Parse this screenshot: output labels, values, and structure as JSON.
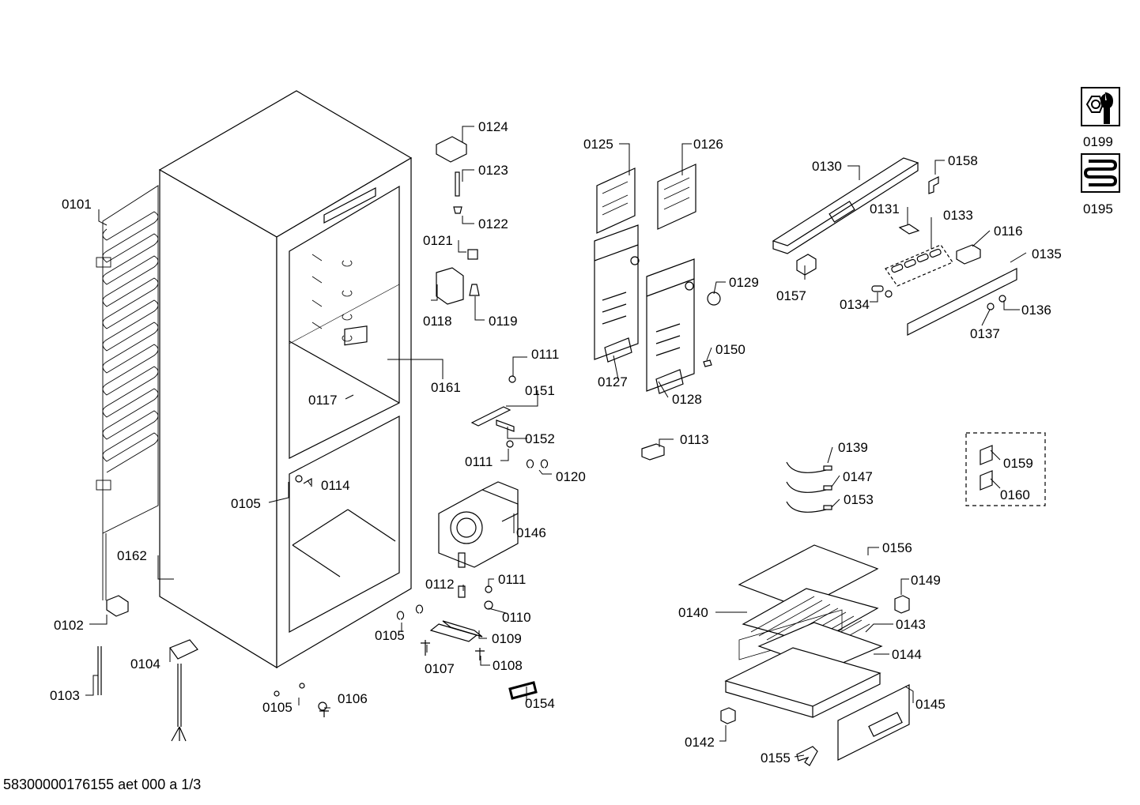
{
  "footer": {
    "doc_id": "58300000176155 aet 000 a 1/3"
  },
  "legend_icons": [
    {
      "name": "tool-icon",
      "label": "0199"
    },
    {
      "name": "coil-icon",
      "label": "0195"
    }
  ],
  "parts": {
    "p0101": "0101",
    "p0102": "0102",
    "p0103": "0103",
    "p0104": "0104",
    "p0105a": "0105",
    "p0105b": "0105",
    "p0105c": "0105",
    "p0106": "0106",
    "p0107": "0107",
    "p0108": "0108",
    "p0109": "0109",
    "p0110": "0110",
    "p0111a": "0111",
    "p0111b": "0111",
    "p0111c": "0111",
    "p0112": "0112",
    "p0113": "0113",
    "p0114": "0114",
    "p0116": "0116",
    "p0117": "0117",
    "p0118": "0118",
    "p0119": "0119",
    "p0120": "0120",
    "p0121": "0121",
    "p0122": "0122",
    "p0123": "0123",
    "p0124": "0124",
    "p0125": "0125",
    "p0126": "0126",
    "p0127": "0127",
    "p0128": "0128",
    "p0129": "0129",
    "p0130": "0130",
    "p0131": "0131",
    "p0133": "0133",
    "p0134": "0134",
    "p0135": "0135",
    "p0136": "0136",
    "p0137": "0137",
    "p0139": "0139",
    "p0140": "0140",
    "p0142": "0142",
    "p0143": "0143",
    "p0144": "0144",
    "p0145": "0145",
    "p0146": "0146",
    "p0147": "0147",
    "p0149": "0149",
    "p0150": "0150",
    "p0151": "0151",
    "p0152": "0152",
    "p0153": "0153",
    "p0154": "0154",
    "p0155": "0155",
    "p0156": "0156",
    "p0157": "0157",
    "p0158": "0158",
    "p0159": "0159",
    "p0160": "0160",
    "p0161": "0161",
    "p0162": "0162"
  }
}
